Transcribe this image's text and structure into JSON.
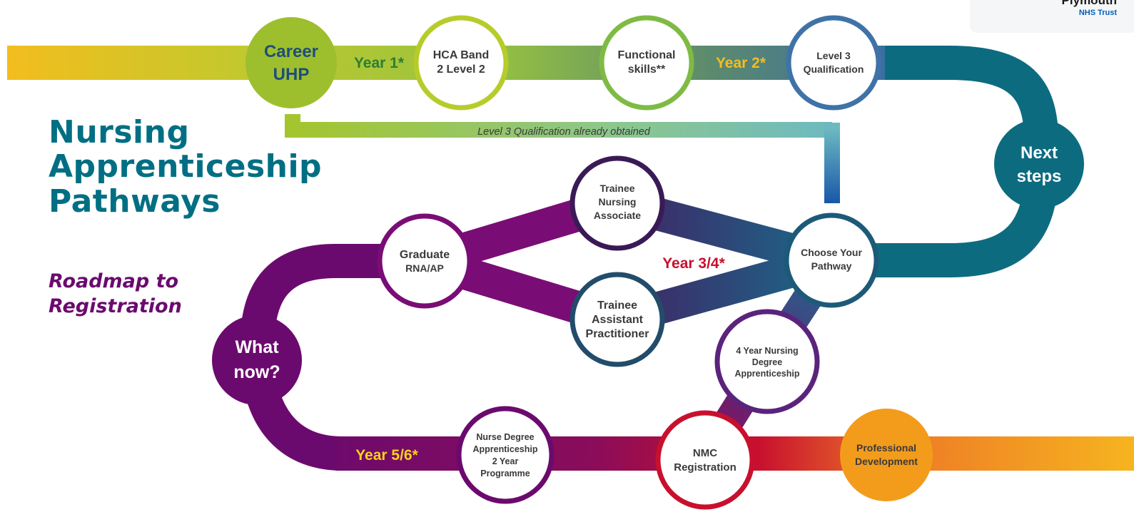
{
  "logo": {
    "name": "Plymouth",
    "org": "NHS Trust"
  },
  "title": [
    "Nursing",
    "Apprenticeship",
    "Pathways"
  ],
  "subtitle": [
    "Roadmap to",
    "Registration"
  ],
  "nodes": {
    "career_uhp": [
      "Career",
      "UHP"
    ],
    "hca_band2": [
      "HCA Band",
      "2 Level 2"
    ],
    "functional_skills": [
      "Functional",
      "skills**"
    ],
    "level3": [
      "Level 3",
      "Qualification"
    ],
    "next_steps": [
      "Next",
      "steps"
    ],
    "choose_pathway": [
      "Choose Your",
      "Pathway"
    ],
    "trainee_na": [
      "Trainee",
      "Nursing",
      "Associate"
    ],
    "trainee_ap": [
      "Trainee",
      "Assistant",
      "Practitioner"
    ],
    "graduate": [
      "Graduate",
      "RNA/AP"
    ],
    "what_now": [
      "What",
      "now?"
    ],
    "four_year_nda": [
      "4 Year Nursing",
      "Degree",
      "Apprenticeship"
    ],
    "nmc_registration": [
      "NMC",
      "Registration"
    ],
    "nda_2year": [
      "Nurse Degree",
      "Apprenticeship",
      "2 Year",
      "Programme"
    ],
    "professional_dev": [
      "Professional",
      "Development"
    ]
  },
  "labels": {
    "year1": "Year 1*",
    "year2": "Year 2*",
    "year34": "Year 3/4*",
    "year56": "Year 5/6*",
    "level3_obtained": "Level 3 Qualification already obtained"
  },
  "colors": {
    "teal": "#006f83",
    "purple": "#6b0a6e",
    "red": "#c8102e",
    "orange": "#f39c1c",
    "yellow": "#f0c419",
    "lime": "#b5c832",
    "green": "#8dc63f",
    "blue": "#3b6fa8",
    "navy": "#214a6b"
  }
}
